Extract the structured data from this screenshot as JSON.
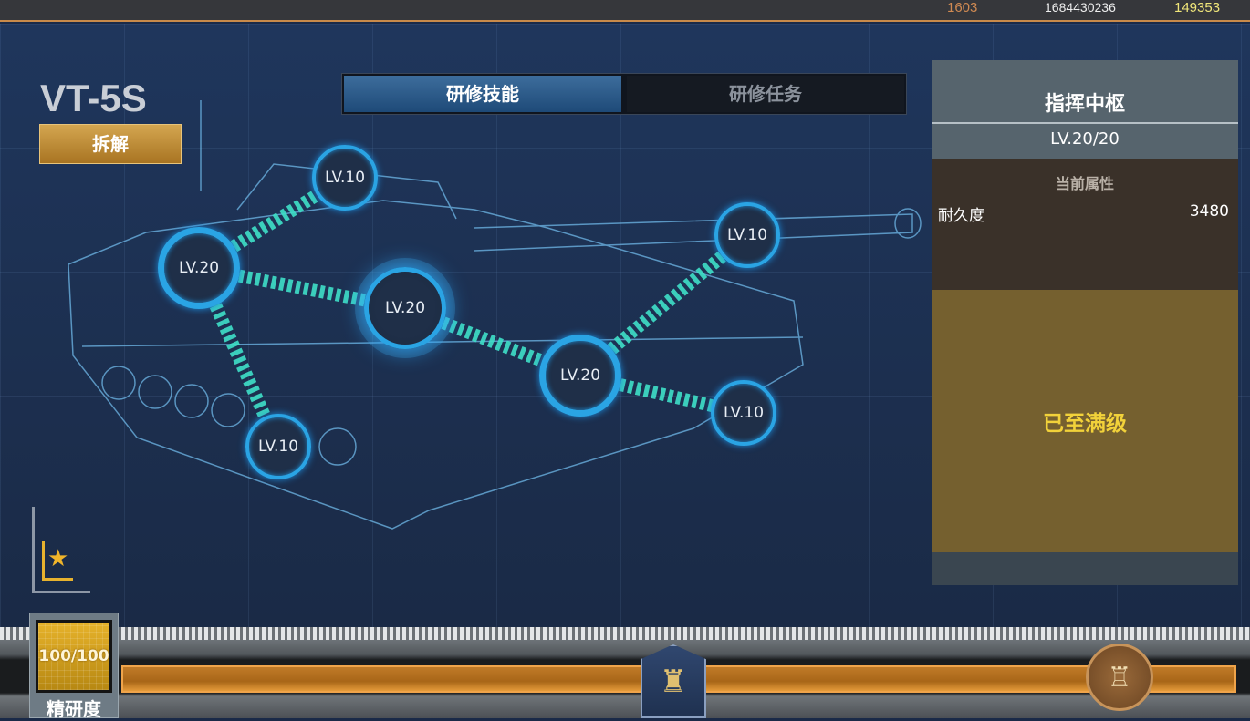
{
  "topbar": {
    "resource_1": "1603",
    "resource_2": "1684430236",
    "resource_3": "149353"
  },
  "tank": {
    "name": "VT-5S",
    "dismantle_label": "拆解"
  },
  "tabs": [
    {
      "label": "研修技能",
      "active": true
    },
    {
      "label": "研修任务",
      "active": false
    }
  ],
  "skill_nodes": [
    {
      "label": "LV.10"
    },
    {
      "label": "LV.20"
    },
    {
      "label": "LV.20"
    },
    {
      "label": "LV.20"
    },
    {
      "label": "LV.10"
    },
    {
      "label": "LV.10"
    },
    {
      "label": "LV.10"
    }
  ],
  "panel": {
    "title": "指挥中枢",
    "level": "LV.20/20",
    "attrs_header": "当前属性",
    "attrs": [
      {
        "name": "耐久度",
        "value": "3480"
      }
    ],
    "status": "已至满级"
  },
  "mastery": {
    "value": "100/100",
    "label": "精研度",
    "progress": 1.0
  },
  "colors": {
    "accent": "#2aa4e4",
    "gold": "#f2d23a",
    "progress": "#f0a44a"
  }
}
